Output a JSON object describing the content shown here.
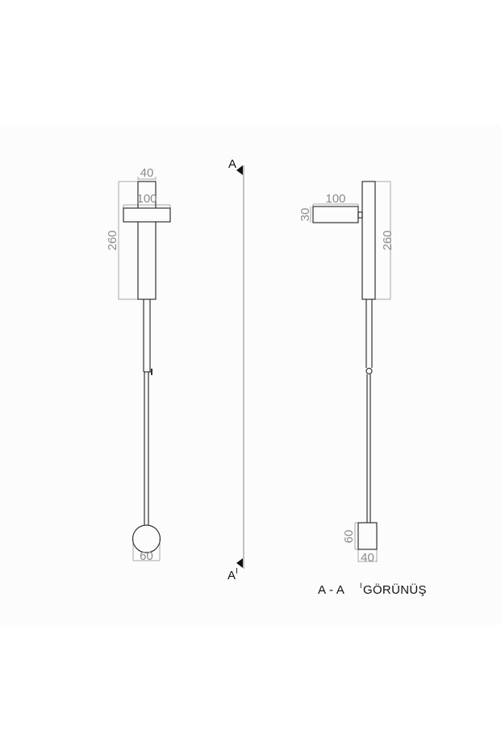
{
  "drawing": {
    "front_view": {
      "dims": {
        "body_width": "40",
        "crossbar_width": "100",
        "body_height": "260",
        "globe_diameter": "60"
      }
    },
    "section_marker": {
      "top_label": "A",
      "bottom_label": "A",
      "bottom_prime": "I"
    },
    "side_view": {
      "dims": {
        "arm_length": "100",
        "arm_height": "30",
        "body_height": "260",
        "head_height": "60",
        "head_width": "40"
      }
    },
    "caption": {
      "prefix": "A - A",
      "prime": "I",
      "title": "GÖRÜNÜŞ"
    }
  },
  "colors": {
    "outline": "#333333",
    "dimension": "#a0a0a0",
    "band": "#fcfcfc"
  }
}
